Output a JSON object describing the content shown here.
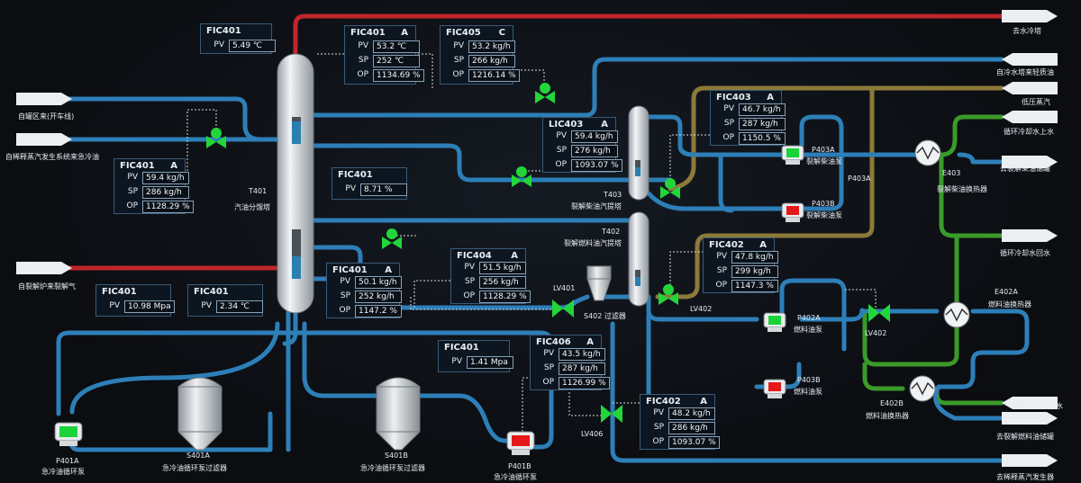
{
  "columns": {
    "t401": {
      "tag": "T401",
      "name": "汽油分馏塔"
    },
    "t403": {
      "tag": "T403",
      "name": "裂解柴油汽提塔"
    },
    "t402": {
      "tag": "T402",
      "name": "裂解燃料油汽提塔"
    }
  },
  "panels": [
    {
      "id": "p1",
      "tag": "FIC401",
      "mode": "",
      "pv": "5.49 ℃"
    },
    {
      "id": "p2",
      "tag": "FIC401",
      "mode": "A",
      "pv": "53.2 ℃",
      "sp": "252 ℃",
      "op": "1134.69 %"
    },
    {
      "id": "p3",
      "tag": "FIC405",
      "mode": "C",
      "pv": "53.2 kg/h",
      "sp": "266 kg/h",
      "op": "1216.14 %"
    },
    {
      "id": "p4",
      "tag": "FIC403",
      "mode": "A",
      "pv": "46.7 kg/h",
      "sp": "287 kg/h",
      "op": "1150.5 %"
    },
    {
      "id": "p5",
      "tag": "LIC403",
      "mode": "A",
      "pv": "59.4 kg/h",
      "sp": "276 kg/h",
      "op": "1093.07 %"
    },
    {
      "id": "p6",
      "tag": "FIC401",
      "mode": "A",
      "pv": "59.4 kg/h",
      "sp": "286 kg/h",
      "op": "1128.29 %"
    },
    {
      "id": "p7",
      "tag": "FIC401",
      "mode": "",
      "pv": "8.71 %"
    },
    {
      "id": "p8",
      "tag": "FIC404",
      "mode": "A",
      "pv": "51.5 kg/h",
      "sp": "256 kg/h",
      "op": "1128.29 %"
    },
    {
      "id": "p9",
      "tag": "FIC402",
      "mode": "A",
      "pv": "47.8 kg/h",
      "sp": "299 kg/h",
      "op": "1147.3 %"
    },
    {
      "id": "p10",
      "tag": "FIC401",
      "mode": "A",
      "pv": "50.1 kg/h",
      "sp": "252 kg/h",
      "op": "1147.2 %"
    },
    {
      "id": "p11",
      "tag": "FIC401",
      "mode": "",
      "pv": "10.98 Mpa"
    },
    {
      "id": "p12",
      "tag": "FIC401",
      "mode": "",
      "pv": "2.34 ℃"
    },
    {
      "id": "p13",
      "tag": "FIC401",
      "mode": "",
      "pv": "1.41 Mpa"
    },
    {
      "id": "p14",
      "tag": "FIC406",
      "mode": "A",
      "pv": "43.5 kg/h",
      "sp": "287 kg/h",
      "op": "1126.99 %"
    },
    {
      "id": "p15",
      "tag": "FIC402",
      "mode": "A",
      "pv": "48.2 kg/h",
      "sp": "286 kg/h",
      "op": "1093.07 %"
    }
  ],
  "row_labels": {
    "pv": "PV",
    "sp": "SP",
    "op": "OP"
  },
  "streams_in": [
    {
      "id": "in1",
      "label": "自罐区来(开车线)"
    },
    {
      "id": "in2",
      "label": "自稀释蒸汽发生系统来急冷油"
    },
    {
      "id": "in3",
      "label": "自裂解炉来裂解气"
    }
  ],
  "streams_out": [
    {
      "id": "out1",
      "label": "去水冷塔"
    },
    {
      "id": "out2",
      "label": "自冷水塔来轻质油"
    },
    {
      "id": "out3",
      "label": "低压蒸汽"
    },
    {
      "id": "out4",
      "label": "循环冷却水上水"
    },
    {
      "id": "out5",
      "label": "去裂解柴油储罐"
    },
    {
      "id": "out6",
      "label": "循环冷却水回水"
    },
    {
      "id": "out7",
      "label": "循环冷却水上水"
    },
    {
      "id": "out8",
      "label": "去裂解燃料油储罐"
    },
    {
      "id": "out9",
      "label": "去稀释蒸汽发生器"
    }
  ],
  "equipment": {
    "p403a": {
      "tag": "P403A",
      "name": "裂解柴油泵"
    },
    "p403b": {
      "tag": "P403B",
      "name": "裂解柴油泵"
    },
    "p403a_line": {
      "tag": "P403A"
    },
    "e403": {
      "tag": "E403",
      "name": "裂解柴油换热器"
    },
    "p402a": {
      "tag": "P402A",
      "name": "燃料油泵"
    },
    "p403b2": {
      "tag": "P403B",
      "name": "燃料油泵"
    },
    "e402a": {
      "tag": "E402A",
      "name": "燃料油换热器"
    },
    "e402b": {
      "tag": "E402B",
      "name": "燃料油换热器"
    },
    "s402": {
      "tag": "S402 过滤器"
    },
    "p401a": {
      "tag": "P401A",
      "name": "急冷油循环泵"
    },
    "p401b": {
      "tag": "P401B",
      "name": "急冷油循环泵"
    },
    "s401a": {
      "tag": "S401A",
      "name": "急冷油循环泵过滤器"
    },
    "s401b": {
      "tag": "S401B",
      "name": "急冷油循环泵过滤器"
    }
  },
  "valves": {
    "lv401": "LV401",
    "lv402a": "LV402",
    "lv402b": "LV402",
    "lv406": "LV406"
  },
  "colors": {
    "oil": "#2d7fb8",
    "hot": "#c0262a",
    "steam": "#8c7a3a",
    "water": "#3a9a2a",
    "valve": "#22d63a",
    "pumpOn": "#19d339",
    "pumpOff": "#e51919"
  }
}
